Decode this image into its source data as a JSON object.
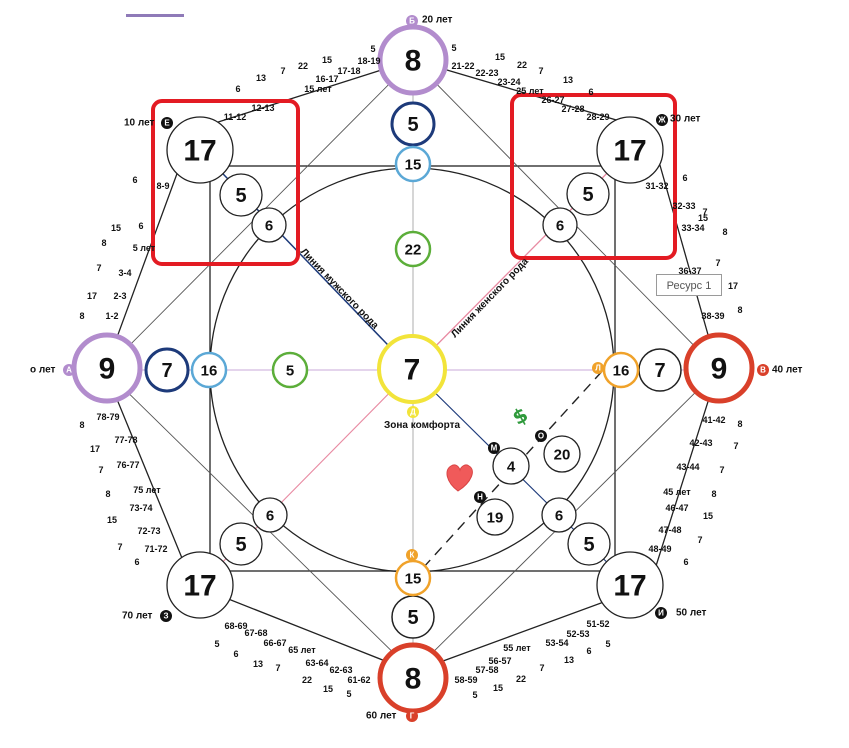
{
  "energies": {
    "top_outer": "8",
    "top_mid": "5",
    "top_inner": "15",
    "left_outer": "9",
    "left_mid": "7",
    "left_inner": "16",
    "right_outer": "9",
    "right_mid": "7",
    "right_inner": "16",
    "bottom_outer": "8",
    "bottom_mid": "5",
    "bottom_inner": "15",
    "center": "7",
    "upper_center": "22",
    "left_center": "5",
    "tl_big": "17",
    "tl_mid": "5",
    "tl_small": "6",
    "tr_big": "17",
    "tr_mid": "5",
    "tr_small": "6",
    "bl_big": "17",
    "bl_mid": "5",
    "bl_small": "6",
    "br_big": "17",
    "br_mid": "5",
    "br_small": "6",
    "money_20": "20",
    "love_4": "4",
    "love_19": "19"
  },
  "ages": {
    "top": "20 лет",
    "tr": "30 лет",
    "right": "40 лет",
    "br": "50 лет",
    "bottom": "60 лет",
    "bl": "70 лет",
    "left": "о лет",
    "tl": "10 лет"
  },
  "letters": {
    "top": "Б",
    "tr": "Ж",
    "right": "В",
    "br": "И",
    "bottom": "Г",
    "bl": "З",
    "left": "А",
    "tl": "Е",
    "d": "Д",
    "l": "Л",
    "k": "К",
    "m": "М",
    "o": "О",
    "n": "Н"
  },
  "labels": {
    "male_line": "Линия мужского рода",
    "female_line": "Линия женского рода",
    "comfort": "Зона комфорта",
    "tooltip": "Ресурс 1",
    "dollar": "$"
  },
  "ticks": {
    "top_left": [
      "5",
      "15",
      "22",
      "7",
      "13",
      "6",
      "12-13",
      "11-12",
      "16-17",
      "17-18",
      "18-19",
      "15 лет"
    ],
    "top_right": [
      "5",
      "15",
      "22",
      "7",
      "13",
      "6",
      "21-22",
      "22-23",
      "23-24",
      "26-27",
      "27-28",
      "28-29",
      "25 лет"
    ],
    "left_upper": [
      "6",
      "15",
      "6",
      "8",
      "7",
      "17",
      "8",
      "8-9",
      "5 лет",
      "3-4",
      "2-3",
      "1-2"
    ],
    "right_upper": [
      "6",
      "7",
      "15",
      "8",
      "7",
      "17",
      "8",
      "31-32",
      "32-33",
      "33-34",
      "36-37",
      "38-39"
    ],
    "left_lower": [
      "8",
      "17",
      "7",
      "8",
      "15",
      "7",
      "6",
      "78-79",
      "77-78",
      "76-77",
      "75 лет",
      "73-74",
      "72-73",
      "71-72"
    ],
    "right_lower": [
      "8",
      "7",
      "7",
      "8",
      "15",
      "7",
      "6",
      "41-42",
      "42-43",
      "43-44",
      "45 лет",
      "46-47",
      "47-48",
      "48-49"
    ],
    "bottom_left": [
      "5",
      "6",
      "13",
      "7",
      "22",
      "15",
      "5",
      "68-69",
      "67-68",
      "66-67",
      "65 лет",
      "63-64",
      "62-63",
      "61-62"
    ],
    "bottom_right": [
      "5",
      "15",
      "22",
      "7",
      "13",
      "6",
      "5",
      "51-52",
      "52-53",
      "53-54",
      "55 лет",
      "56-57",
      "57-58",
      "58-59"
    ]
  },
  "colors": {
    "purple": "#b28ccd",
    "red": "#d9402a",
    "navy": "#1d3a7a",
    "blue": "#5ba8d6",
    "green": "#5cae3a",
    "yellow": "#f2e43a",
    "orange": "#f0a22a",
    "highlight": "#e31b23",
    "heart": "#f05a5a",
    "dollar": "#2f9a3c",
    "pink": "#e88aa2"
  },
  "icons": [
    "heart-icon",
    "dollar-icon"
  ]
}
